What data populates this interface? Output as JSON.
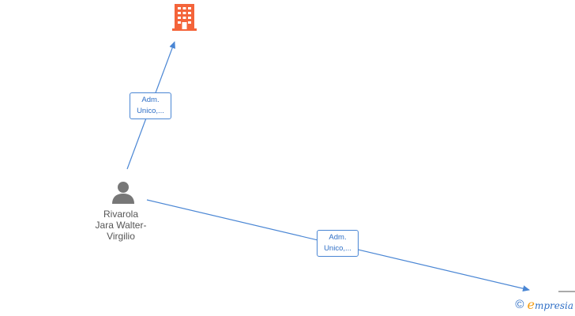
{
  "colors": {
    "company": "#f4643a",
    "person": "#777777",
    "edge": "#4a86d4",
    "edge_text": "#2f6fc6",
    "brand_accent": "#f39c12"
  },
  "nodes": {
    "company": {
      "icon": "building-icon"
    },
    "person": {
      "icon": "person-icon",
      "label_lines": [
        "Rivarola",
        "Jara Walter-",
        "Virgilio"
      ]
    }
  },
  "edges": [
    {
      "from": "person",
      "to": "company",
      "label_lines": [
        "Adm.",
        "Unico,..."
      ]
    },
    {
      "from": "person",
      "to": "offscreen",
      "label_lines": [
        "Adm.",
        "Unico,..."
      ]
    }
  ],
  "footer": {
    "copyright_symbol": "©",
    "brand_initial": "e",
    "brand_rest": "mpresia"
  }
}
